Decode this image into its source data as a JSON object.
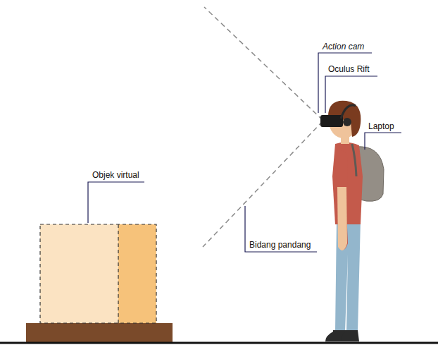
{
  "diagram": {
    "labels": [
      "Action cam",
      "Oculus Rift",
      "Laptop",
      "Objek virtual",
      "Bidang pandang"
    ]
  }
}
